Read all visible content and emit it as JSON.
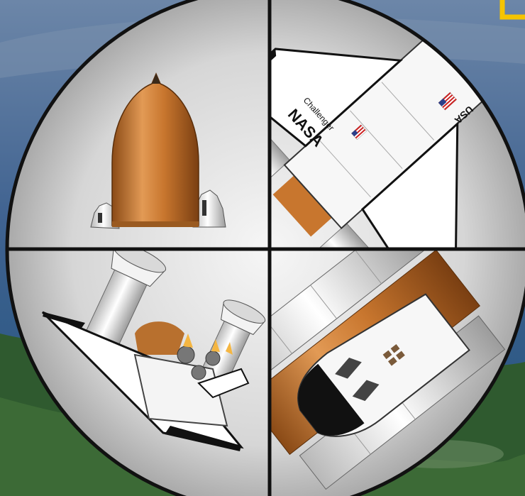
{
  "scene": {
    "quadrants": [
      {
        "id": "top-left",
        "subject": "external-tank-nose-with-boosters"
      },
      {
        "id": "top-right",
        "subject": "orbiter-top-view"
      },
      {
        "id": "bottom-left",
        "subject": "orbiter-rear-engines"
      },
      {
        "id": "bottom-right",
        "subject": "orbiter-underside-with-tank"
      }
    ],
    "orbiter_text": {
      "agency": "NASA",
      "name": "Challenger",
      "country": "USA"
    }
  },
  "colors": {
    "frame_badge": "#f5c400",
    "tank_orange": "#c8762e",
    "divider": "#111111",
    "disc": "#dcdcdc"
  }
}
